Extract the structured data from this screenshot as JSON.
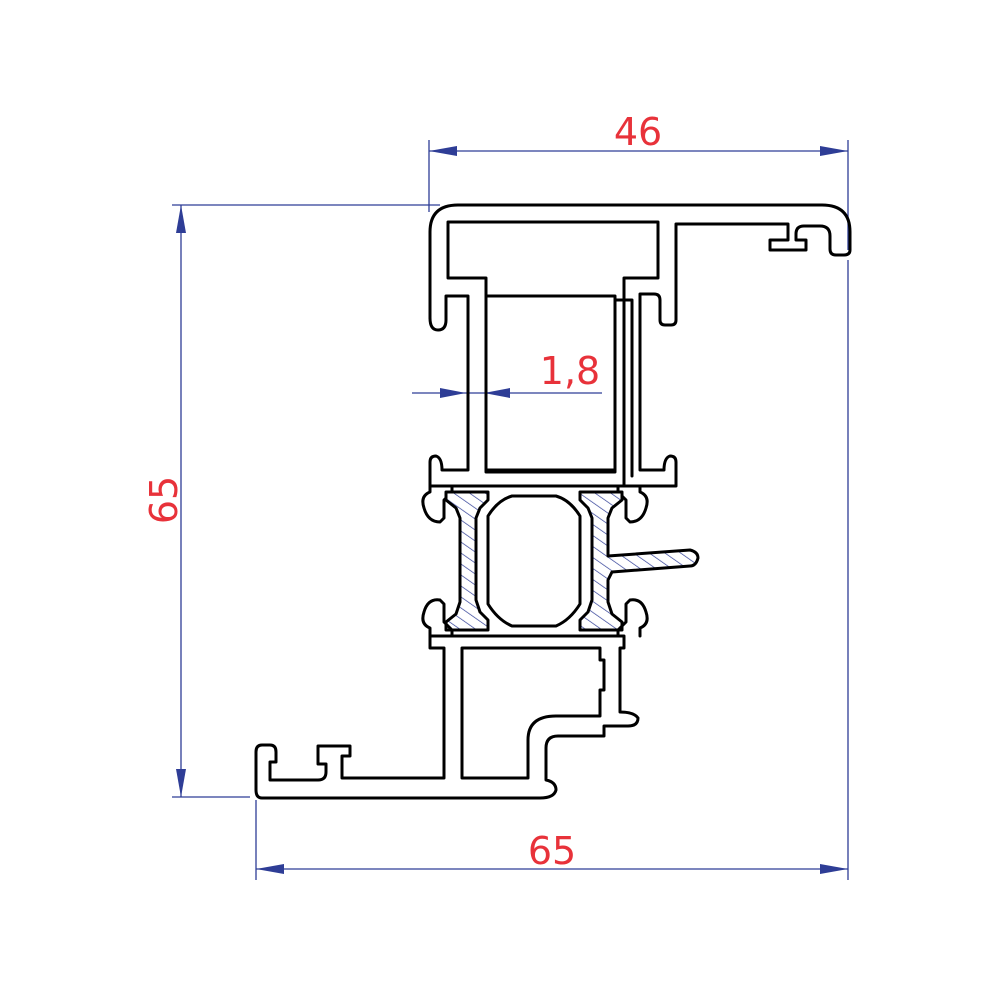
{
  "drawing": {
    "dimension_color": "#2e3d96",
    "label_color": "#e8323a",
    "profile_color": "#000000",
    "hatch_color": "#2e3d96"
  },
  "dimensions": {
    "top_width": "46",
    "left_height": "65",
    "wall_thickness": "1,8",
    "bottom_width": "65"
  }
}
